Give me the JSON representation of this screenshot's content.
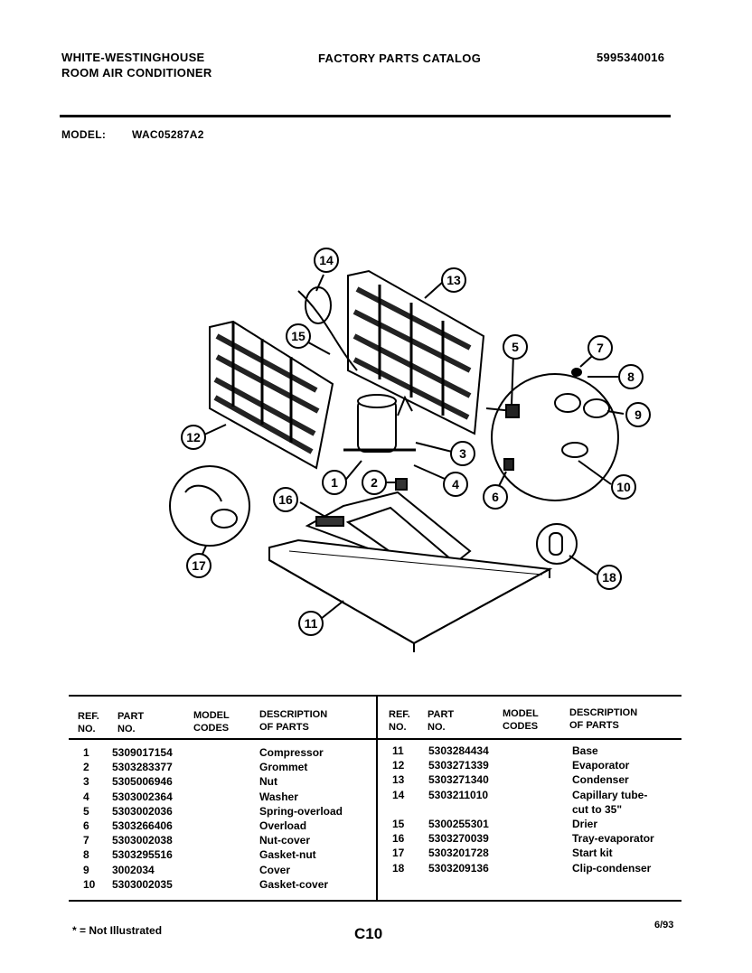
{
  "header": {
    "brand_line1": "WHITE-WESTINGHOUSE",
    "brand_line2": "ROOM AIR CONDITIONER",
    "catalog_title": "FACTORY PARTS CATALOG",
    "catalog_number": "5995340016"
  },
  "model": {
    "label": "MODEL:",
    "value": "WAC05287A2"
  },
  "diagram": {
    "callouts": [
      "1",
      "2",
      "3",
      "4",
      "5",
      "6",
      "7",
      "8",
      "9",
      "10",
      "11",
      "12",
      "13",
      "14",
      "15",
      "16",
      "17",
      "18"
    ]
  },
  "table": {
    "headers": {
      "ref_line1": "REF.",
      "ref_line2": "NO.",
      "part_line1": "PART",
      "part_line2": "NO.",
      "model_line1": "MODEL",
      "model_line2": "CODES",
      "desc_line1": "DESCRIPTION",
      "desc_line2": "OF PARTS"
    },
    "left_rows": [
      {
        "ref": "1",
        "part": "5309017154",
        "desc": "Compressor"
      },
      {
        "ref": "2",
        "part": "5303283377",
        "desc": "Grommet"
      },
      {
        "ref": "3",
        "part": "5305006946",
        "desc": "Nut"
      },
      {
        "ref": "4",
        "part": "5303002364",
        "desc": "Washer"
      },
      {
        "ref": "5",
        "part": "5303002036",
        "desc": "Spring-overload"
      },
      {
        "ref": "6",
        "part": "5303266406",
        "desc": "Overload"
      },
      {
        "ref": "7",
        "part": "5303002038",
        "desc": "Nut-cover"
      },
      {
        "ref": "8",
        "part": "5303295516",
        "desc": "Gasket-nut"
      },
      {
        "ref": "9",
        "part": "3002034",
        "desc": "Cover"
      },
      {
        "ref": "10",
        "part": "5303002035",
        "desc": "Gasket-cover"
      }
    ],
    "right_rows": [
      {
        "ref": "11",
        "part": "5303284434",
        "desc": "Base"
      },
      {
        "ref": "12",
        "part": "5303271339",
        "desc": "Evaporator"
      },
      {
        "ref": "13",
        "part": "5303271340",
        "desc": "Condenser"
      },
      {
        "ref": "14",
        "part": "5303211010",
        "desc": "Capillary tube-"
      },
      {
        "ref": "",
        "part": "",
        "desc": "cut to 35\""
      },
      {
        "ref": "15",
        "part": "5300255301",
        "desc": "Drier"
      },
      {
        "ref": "16",
        "part": "5303270039",
        "desc": "Tray-evaporator"
      },
      {
        "ref": "17",
        "part": "5303201728",
        "desc": "Start kit"
      },
      {
        "ref": "18",
        "part": "5303209136",
        "desc": "Clip-condenser"
      }
    ]
  },
  "footer": {
    "note": "* = Not Illustrated",
    "page": "C10",
    "date": "6/93"
  }
}
